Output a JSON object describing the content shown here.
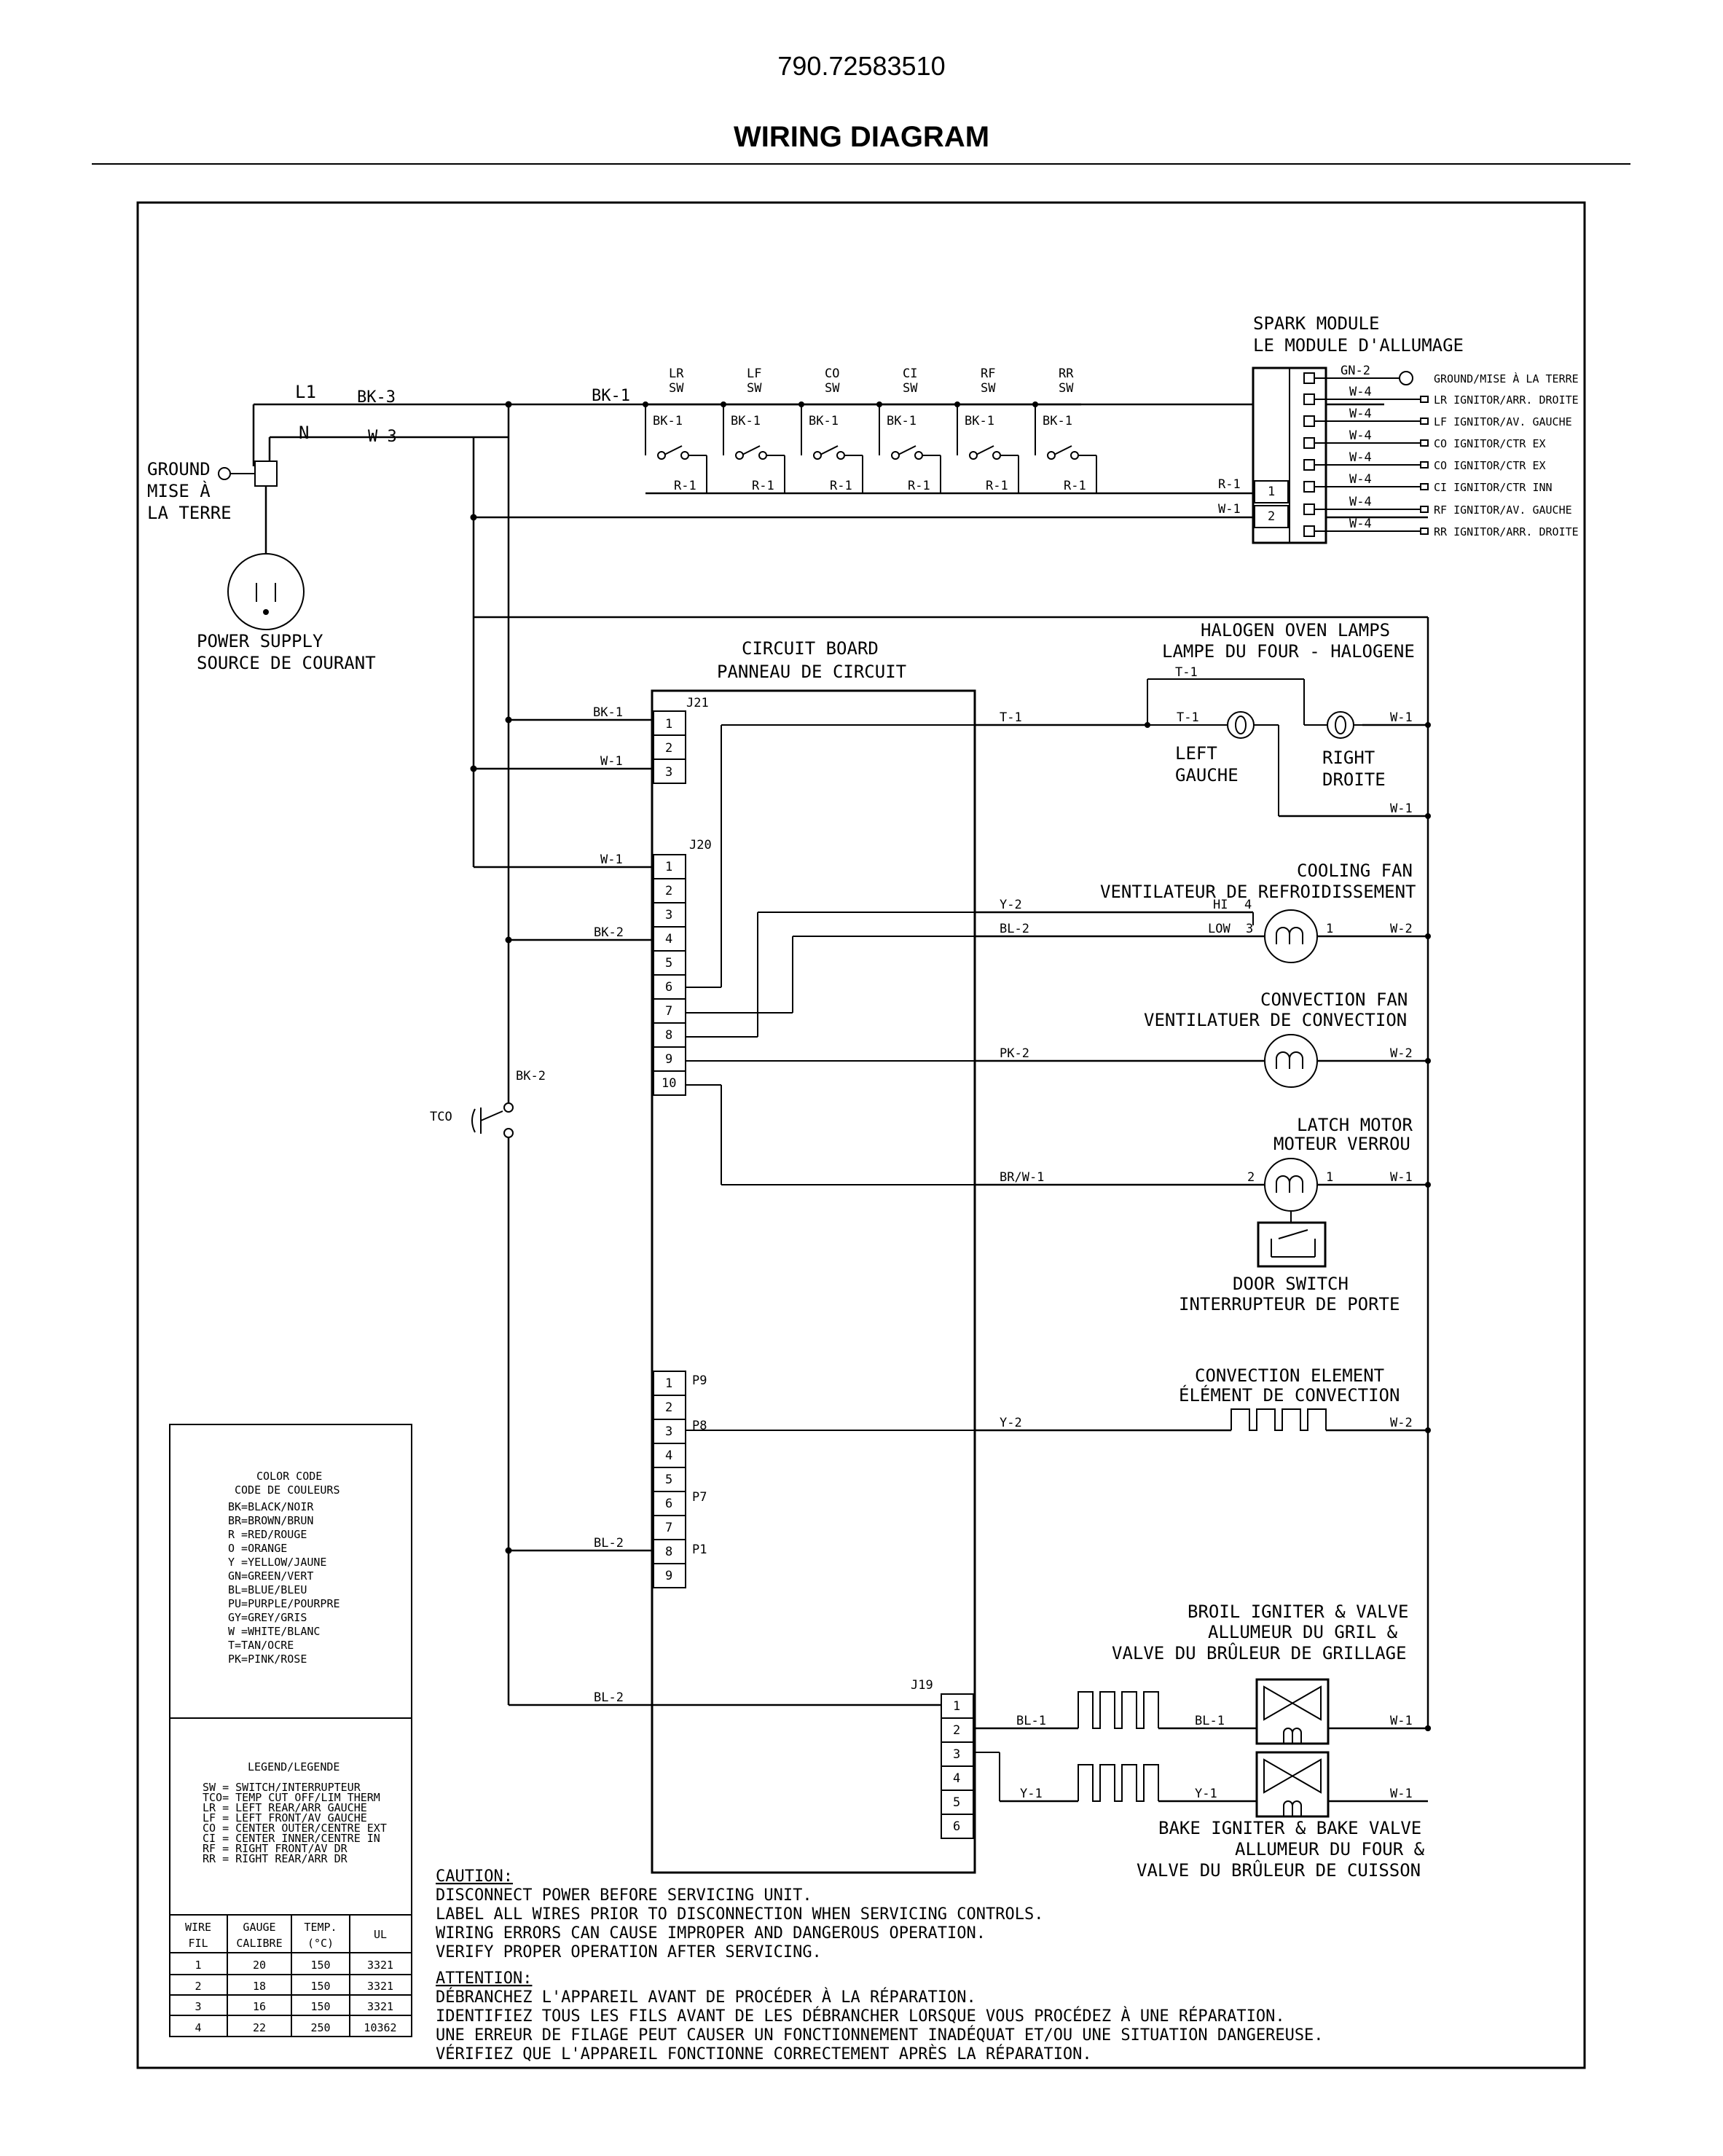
{
  "header": {
    "model": "790.72583510",
    "title": "WIRING DIAGRAM"
  },
  "power": {
    "ground": [
      "GROUND",
      "MISE À",
      "LA TERRE"
    ],
    "supply": [
      "POWER SUPPLY",
      "SOURCE DE COURANT"
    ],
    "l1": "L1",
    "n": "N",
    "bk3": "BK-3",
    "w3": "W-3"
  },
  "switches": [
    {
      "code": "LR",
      "sw": "SW",
      "in": "BK-1",
      "out": "R-1"
    },
    {
      "code": "LF",
      "sw": "SW",
      "in": "BK-1",
      "out": "R-1"
    },
    {
      "code": "CO",
      "sw": "SW",
      "in": "BK-1",
      "out": "R-1"
    },
    {
      "code": "CI",
      "sw": "SW",
      "in": "BK-1",
      "out": "R-1"
    },
    {
      "code": "RF",
      "sw": "SW",
      "in": "BK-1",
      "out": "R-1"
    },
    {
      "code": "RR",
      "sw": "SW",
      "in": "BK-1",
      "out": "R-1"
    }
  ],
  "bk1_top": "BK-1",
  "spark_module": {
    "title": [
      "SPARK MODULE",
      "LE MODULE D'ALLUMAGE"
    ],
    "in_pins": [
      {
        "num": "1",
        "wire": "R-1"
      },
      {
        "num": "2",
        "wire": "W-1"
      }
    ],
    "outputs": [
      {
        "wire": "GN-2",
        "label": "GROUND/MISE À LA TERRE"
      },
      {
        "wire": "W-4",
        "label": "LR IGNITOR/ARR. DROITE"
      },
      {
        "wire": "W-4",
        "label": "LF IGNITOR/AV. GAUCHE"
      },
      {
        "wire": "W-4",
        "label": "CO IGNITOR/CTR EX"
      },
      {
        "wire": "W-4",
        "label": "CO IGNITOR/CTR EX"
      },
      {
        "wire": "W-4",
        "label": "CI IGNITOR/CTR INN"
      },
      {
        "wire": "W-4",
        "label": "RF IGNITOR/AV. GAUCHE"
      },
      {
        "wire": "W-4",
        "label": "RR IGNITOR/ARR. DROITE"
      }
    ]
  },
  "circuit_board": {
    "title": [
      "CIRCUIT BOARD",
      "PANNEAU DE CIRCUIT"
    ],
    "j21": {
      "name": "J21",
      "pins": [
        "1",
        "2",
        "3"
      ],
      "bk1": "BK-1",
      "w1": "W-1"
    },
    "j20": {
      "name": "J20",
      "pins": [
        "1",
        "2",
        "3",
        "4",
        "5",
        "6",
        "7",
        "8",
        "9",
        "10"
      ],
      "w1": "W-1",
      "bk2": "BK-2"
    },
    "p_conn": {
      "pins": [
        "1",
        "2",
        "3",
        "4",
        "5",
        "6",
        "7",
        "8",
        "9"
      ],
      "p9": "P9",
      "p8": "P8",
      "p7": "P7",
      "p1": "P1",
      "bl2": "BL-2"
    },
    "j19": {
      "name": "J19",
      "pins": [
        "1",
        "2",
        "3",
        "4",
        "5",
        "6"
      ],
      "bl2": "BL-2"
    }
  },
  "tco": {
    "label": "TCO",
    "wire": "BK-2"
  },
  "halogen": {
    "title": [
      "HALOGEN OVEN LAMPS",
      "LAMPE DU FOUR - HALOGENE"
    ],
    "left": [
      "LEFT",
      "GAUCHE"
    ],
    "right": [
      "RIGHT",
      "DROITE"
    ],
    "t1": "T-1",
    "w1": "W-1"
  },
  "cooling_fan": {
    "title": [
      "COOLING FAN",
      "VENTILATEUR DE REFROIDISSEMENT"
    ],
    "y2": "Y-2",
    "bl2": "BL-2",
    "hi": "HI",
    "hi_num": "4",
    "low": "LOW",
    "low_num": "3",
    "out_num": "1",
    "w2": "W-2"
  },
  "convection_fan": {
    "title": [
      "CONVECTION FAN",
      "VENTILATUER DE CONVECTION"
    ],
    "pk2": "PK-2",
    "w2": "W-2"
  },
  "latch_motor": {
    "title": [
      "LATCH MOTOR",
      "MOTEUR VERROU"
    ],
    "brw1": "BR/W-1",
    "w1": "W-1",
    "pin_in": "2",
    "pin_out": "1"
  },
  "door_switch": {
    "title": [
      "DOOR SWITCH",
      "INTERRUPTEUR DE PORTE"
    ]
  },
  "convection_element": {
    "title": [
      "CONVECTION ELEMENT",
      "ÉLÉMENT DE CONVECTION"
    ],
    "y2": "Y-2",
    "w2": "W-2"
  },
  "broil": {
    "title": [
      "BROIL IGNITER & VALVE",
      "ALLUMEUR DU GRIL &",
      "VALVE DU BRÛLEUR DE GRILLAGE"
    ],
    "bl1": "BL-1",
    "w1": "W-1"
  },
  "bake": {
    "title": [
      "BAKE IGNITER & BAKE VALVE",
      "ALLUMEUR DU FOUR &",
      "VALVE DU BRÛLEUR DE CUISSON"
    ],
    "y1": "Y-1",
    "w1": "W-1"
  },
  "color_code": {
    "title": [
      "COLOR CODE",
      "CODE DE COULEURS"
    ],
    "items": [
      "BK=BLACK/NOIR",
      "BR=BROWN/BRUN",
      "R =RED/ROUGE",
      "O =ORANGE",
      "Y =YELLOW/JAUNE",
      "GN=GREEN/VERT",
      "BL=BLUE/BLEU",
      "PU=PURPLE/POURPRE",
      "GY=GREY/GRIS",
      "W =WHITE/BLANC",
      "T=TAN/OCRE",
      "PK=PINK/ROSE"
    ]
  },
  "legend": {
    "title": "LEGEND/LEGENDE",
    "items": [
      "SW = SWITCH/INTERRUPTEUR",
      "TCO= TEMP CUT OFF/LIM THERM",
      "LR = LEFT REAR/ARR GAUCHE",
      "LF = LEFT FRONT/AV GAUCHE",
      "CO = CENTER OUTER/CENTRE EXT",
      "CI = CENTER INNER/CENTRE IN",
      "RF = RIGHT FRONT/AV DR",
      "RR = RIGHT REAR/ARR DR"
    ]
  },
  "wire_table": {
    "headers": [
      [
        "WIRE",
        "FIL"
      ],
      [
        "GAUGE",
        "CALIBRE"
      ],
      [
        "TEMP.",
        "(°C)"
      ],
      [
        "UL"
      ]
    ],
    "rows": [
      [
        "1",
        "20",
        "150",
        "3321"
      ],
      [
        "2",
        "18",
        "150",
        "3321"
      ],
      [
        "3",
        "16",
        "150",
        "3321"
      ],
      [
        "4",
        "22",
        "250",
        "10362"
      ]
    ]
  },
  "caution": {
    "title": "CAUTION:",
    "lines": [
      "DISCONNECT POWER BEFORE SERVICING UNIT.",
      "LABEL ALL WIRES PRIOR TO DISCONNECTION WHEN SERVICING CONTROLS.",
      "WIRING ERRORS CAN CAUSE IMPROPER AND DANGEROUS OPERATION.",
      "VERIFY PROPER OPERATION AFTER SERVICING."
    ]
  },
  "attention": {
    "title": "ATTENTION:",
    "lines": [
      "DÉBRANCHEZ L'APPAREIL AVANT DE PROCÉDER À LA RÉPARATION.",
      "IDENTIFIEZ TOUS LES FILS AVANT DE LES DÉBRANCHER LORSQUE VOUS PROCÉDEZ À UNE RÉPARATION.",
      "UNE ERREUR DE FILAGE PEUT CAUSER UN FONCTIONNEMENT INADÉQUAT ET/OU UNE SITUATION DANGEREUSE.",
      "VÉRIFIEZ QUE L'APPAREIL FONCTIONNE CORRECTEMENT APRÈS LA RÉPARATION."
    ]
  }
}
